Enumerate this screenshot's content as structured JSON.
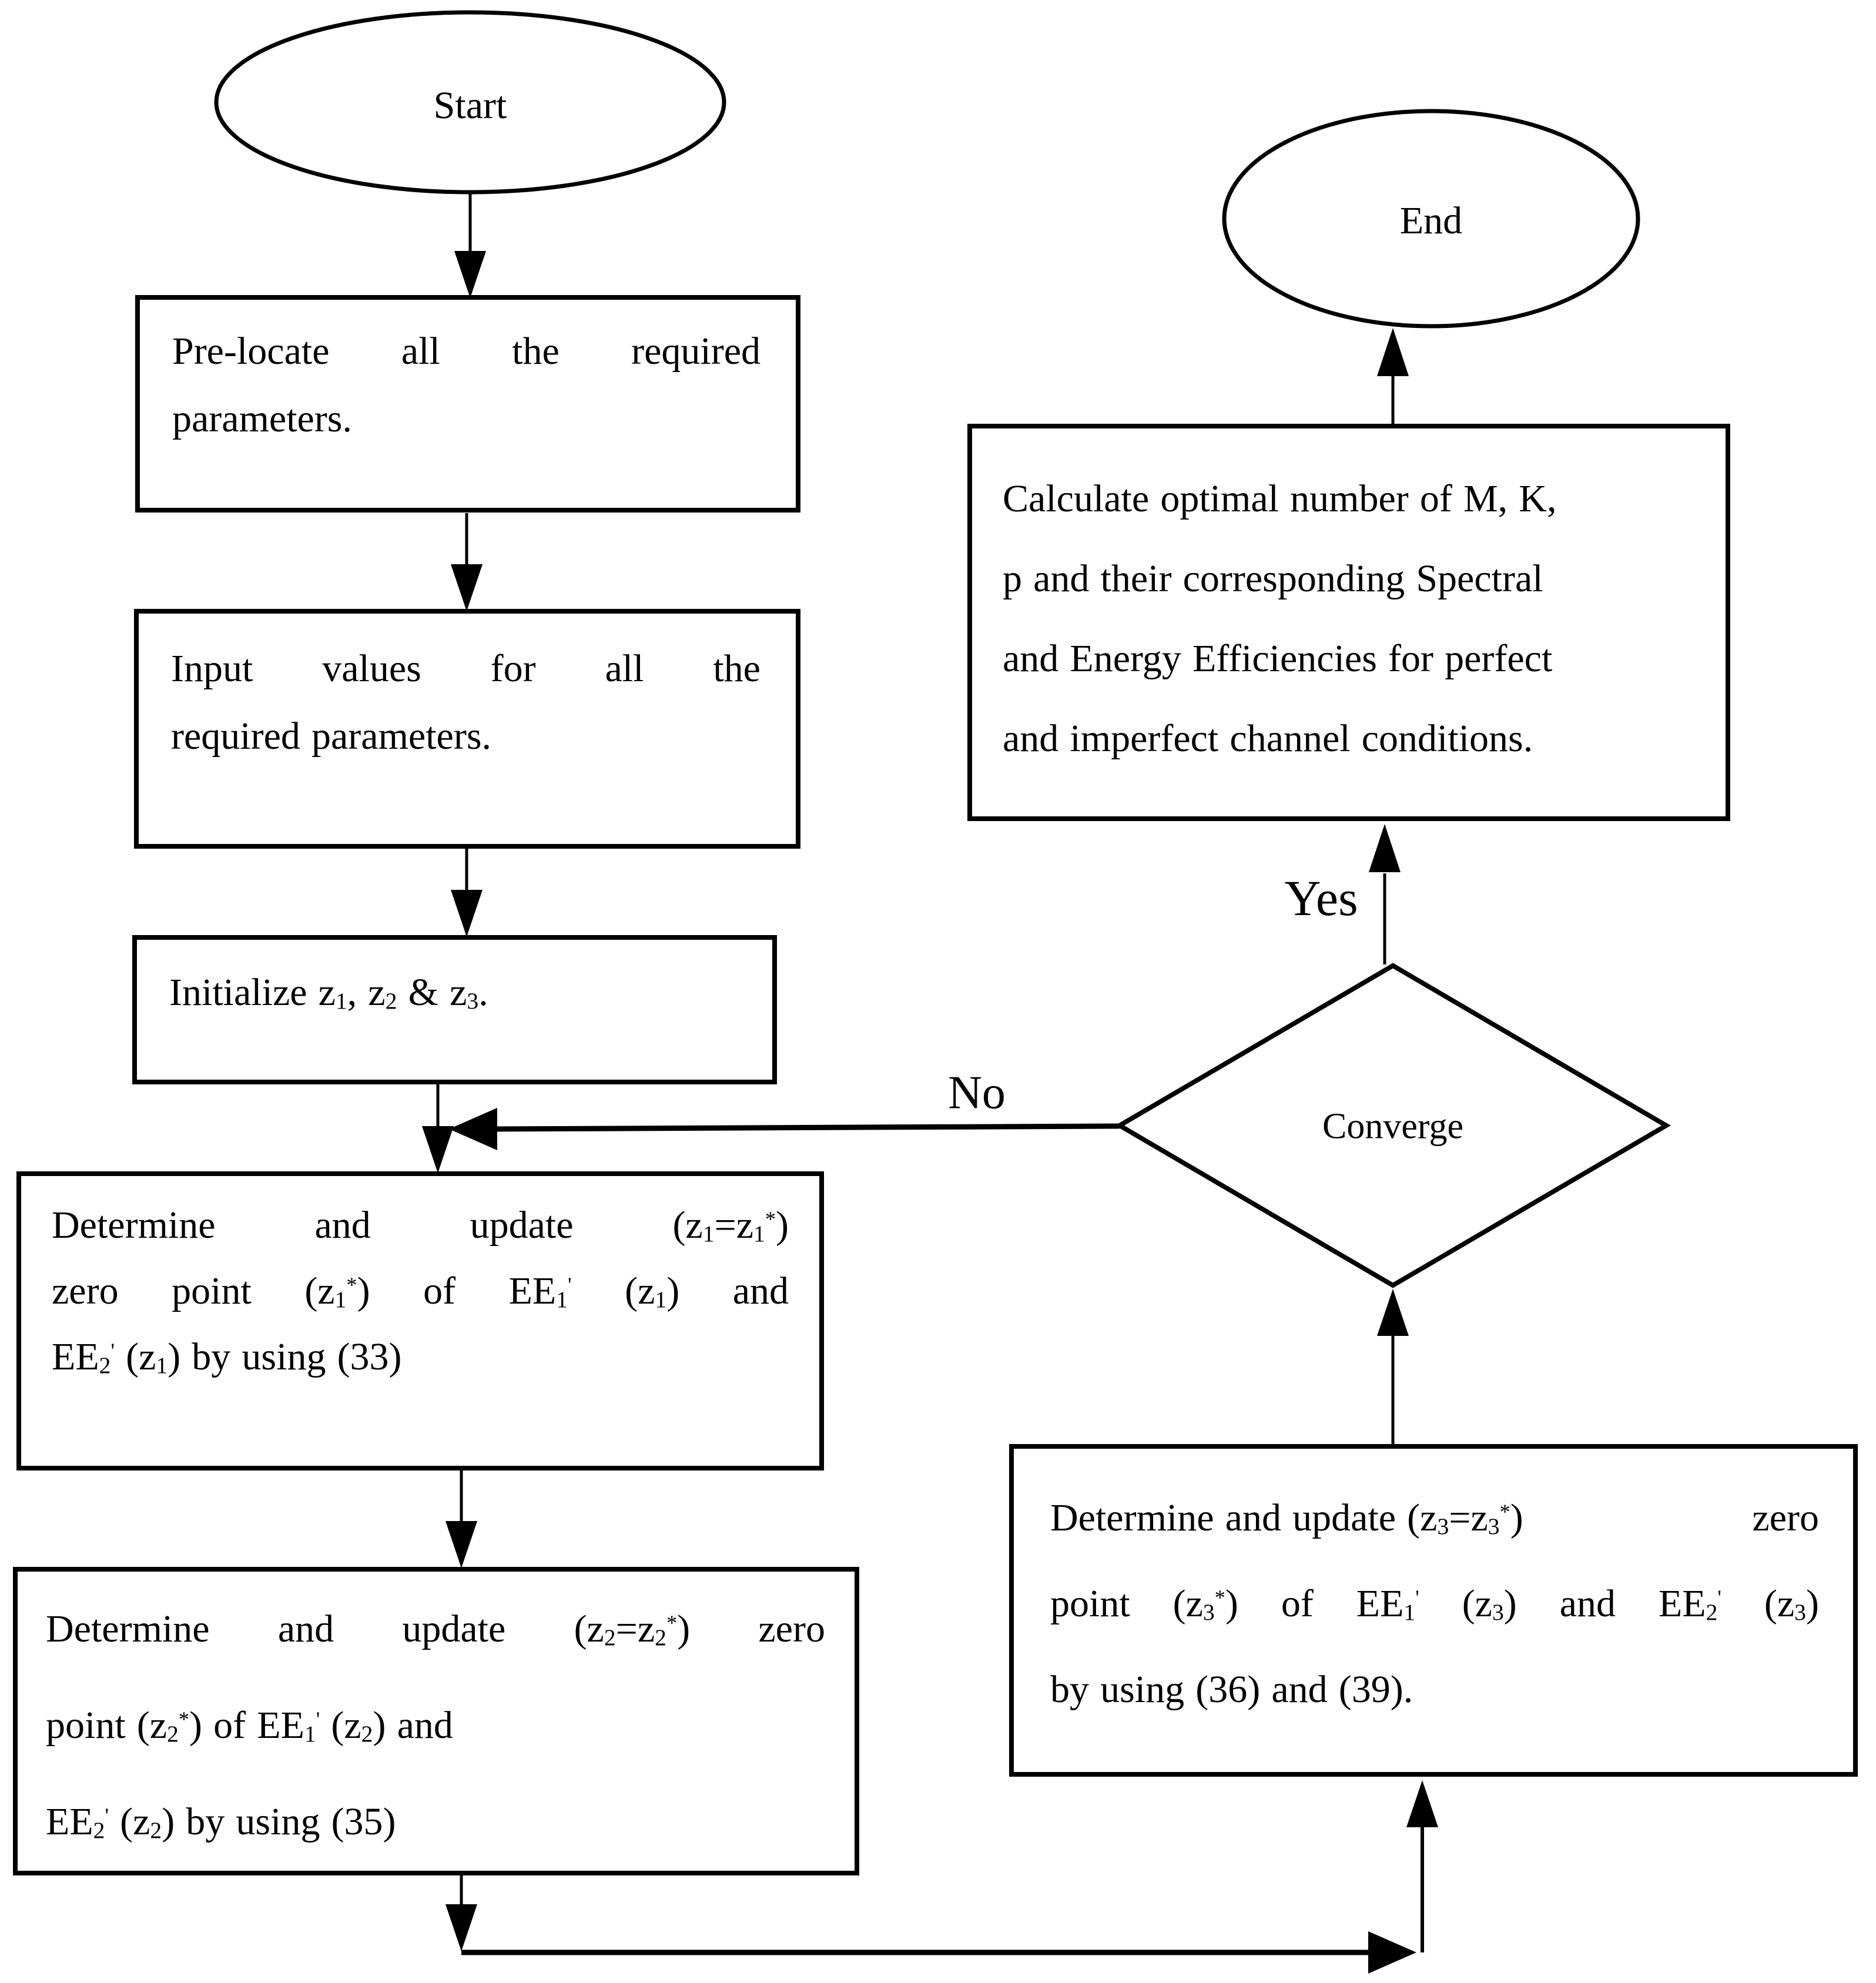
{
  "colors": {
    "ink": "#000000",
    "paper": "#ffffff"
  },
  "flowchart": {
    "nodes": {
      "start": {
        "label": "Start"
      },
      "prelocate": {
        "lines": [
          {
            "j": true,
            "words": [
              "Pre-locate",
              "all",
              "the",
              "required"
            ]
          },
          {
            "words": [
              "parameters."
            ]
          }
        ]
      },
      "input_values": {
        "lines": [
          {
            "j": true,
            "words": [
              "Input",
              "values",
              "for",
              "all",
              "the"
            ]
          },
          {
            "words": [
              "required",
              "parameters."
            ]
          }
        ]
      },
      "initialize": {
        "lines": [
          {
            "words": [
              "Initialize",
              "z~1~,",
              "z~2~",
              "&",
              "z~3~."
            ]
          }
        ]
      },
      "update_z1": {
        "lines": [
          {
            "j": true,
            "words": [
              "Determine",
              "and",
              "update",
              "(z~1~=z~1~^*^)"
            ]
          },
          {
            "j": true,
            "words": [
              "zero",
              "point",
              "(z~1~^*^)",
              "of",
              "EE~1~^'^",
              "(z~1~)",
              "and"
            ]
          },
          {
            "words": [
              "EE~2~^'^",
              "(z~1~)",
              "by",
              "using",
              "(33)"
            ]
          }
        ]
      },
      "update_z2": {
        "lines": [
          {
            "j": true,
            "words": [
              "Determine",
              "and",
              "update",
              "(z~2~=z~2~^*^)",
              "zero"
            ]
          },
          {
            "words": [
              "point",
              "(z~2~^*^)",
              "of",
              "EE~1~^'^",
              "(z~2~)",
              "and"
            ]
          },
          {
            "words": [
              "EE~2~^'^",
              "(z~2~)",
              "by",
              "using",
              "(35)"
            ]
          }
        ]
      },
      "update_z3": {
        "lines": [
          {
            "words": [
              "Determine",
              "and",
              "update",
              "(z~3~=z~3~^*^)",
              "|GAP|",
              "zero"
            ]
          },
          {
            "j": true,
            "words": [
              "point",
              "(z~3~^*^)",
              "of",
              "EE~1~^'^",
              "(z~3~)",
              "and",
              "EE~2~^'^",
              "(z~3~)"
            ]
          },
          {
            "words": [
              "by",
              "using",
              "(36)",
              "and",
              "(39)."
            ]
          }
        ]
      },
      "converge": {
        "label": "Converge"
      },
      "calculate": {
        "lines": [
          {
            "words": [
              "Calculate",
              "optimal",
              "number",
              "of",
              "M,",
              "K,"
            ]
          },
          {
            "words": [
              "p",
              "and",
              "their",
              "corresponding",
              "Spectral"
            ]
          },
          {
            "words": [
              "and",
              "Energy",
              "Efficiencies",
              "for",
              "perfect"
            ]
          },
          {
            "words": [
              "and",
              "imperfect",
              "channel",
              "conditions."
            ]
          }
        ]
      },
      "end": {
        "label": "End"
      }
    },
    "edge_labels": {
      "yes": "Yes",
      "no": "No"
    }
  }
}
